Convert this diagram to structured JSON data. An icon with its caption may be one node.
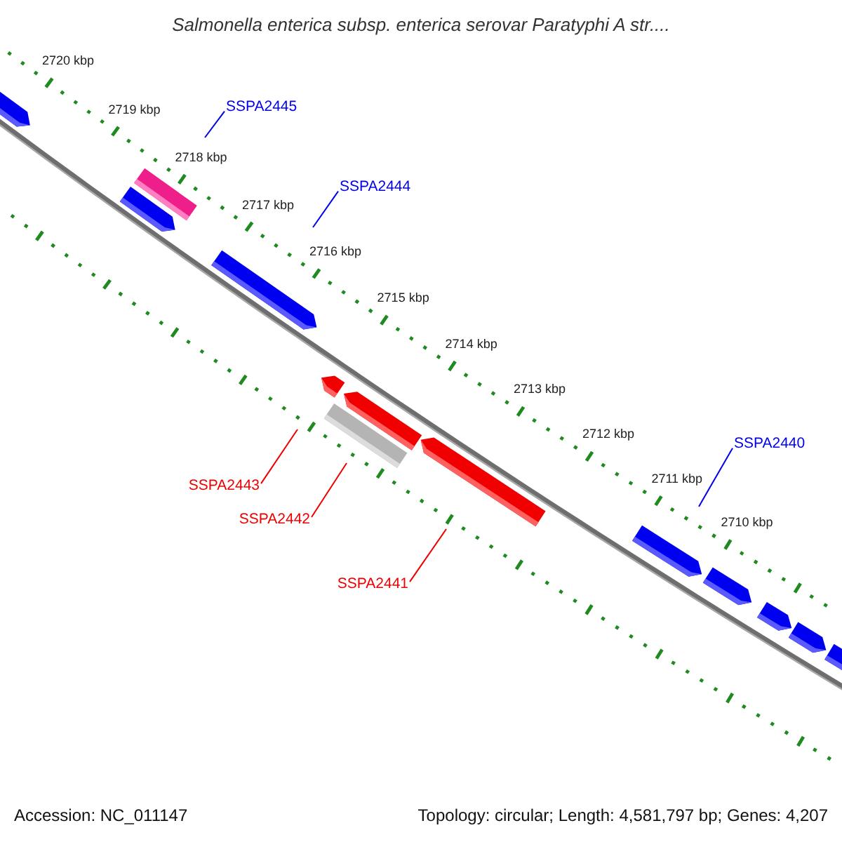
{
  "diagram": {
    "title": "Salmonella enterica subsp. enterica serovar Paratyphi A str....",
    "nodes": [
      {
        "text": [
          "SSPA2445"
        ]
      },
      {
        "text": [
          "SSPA2444"
        ]
      },
      {
        "text": [
          "SSPA2443"
        ]
      },
      {
        "text": [
          "SSPA2442"
        ]
      },
      {
        "text": [
          "SSPA2441"
        ]
      },
      {
        "text": [
          "SSPA2440"
        ]
      }
    ],
    "edges": [
      {
        "from": 0,
        "to": null,
        "arrow": "none"
      },
      {
        "from": 1,
        "to": null,
        "arrow": "none"
      },
      {
        "from": 2,
        "to": null,
        "arrow": "none",
        "color": "#ee0000"
      },
      {
        "from": 3,
        "to": null,
        "arrow": "none",
        "color": "#ee0000"
      },
      {
        "from": 4,
        "to": null,
        "arrow": "none",
        "color": "#ee0000"
      },
      {
        "from": 5,
        "to": null,
        "arrow": "none"
      }
    ],
    "labels": [
      "2720 kbp",
      "2719 kbp",
      "2718 kbp",
      "2717 kbp",
      "2716 kbp",
      "2715 kbp",
      "2714 kbp",
      "2713 kbp",
      "2712 kbp",
      "2711 kbp",
      "2710 kbp",
      "Accession: NC_011147",
      "Topology: circular; Length: 4,581,797 bp; Genes: 4,207"
    ]
  }
}
